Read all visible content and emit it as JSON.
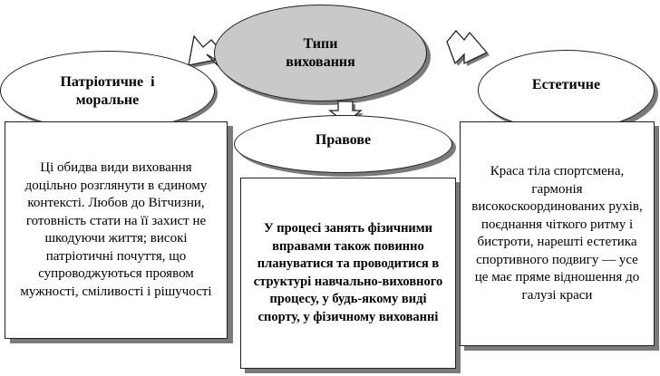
{
  "center": {
    "line1": "Типи",
    "line2": "виховання"
  },
  "patriotic": {
    "line1": "Патріотичне  і",
    "line2": "моральне"
  },
  "aesthetic": {
    "label": "Естетичне"
  },
  "legal": {
    "label": "Правове"
  },
  "patriotic_text": "Ці обидва види виховання доцільно розглянути в єдиному контексті. Любов до Вітчизни, готовність стати на її захист не шкодуючи життя; високі патріотичні почуття, що супроводжуються проявом мужності, сміливості і рішучості",
  "legal_text": "У процесі занять фізичними вправами також повинно плануватися та проводитися в структурі навчально-виховного процесу, у будь-якому виді спорту, у фізичному вихованні",
  "aesthetic_text": "Краса тіла спортсмена, гармонія високоскоординованих рухів, поєднання чіткого ритму і бистроти, нарешті естетика спортивного подвигу — усе це має пряме відношення до галузі краси"
}
